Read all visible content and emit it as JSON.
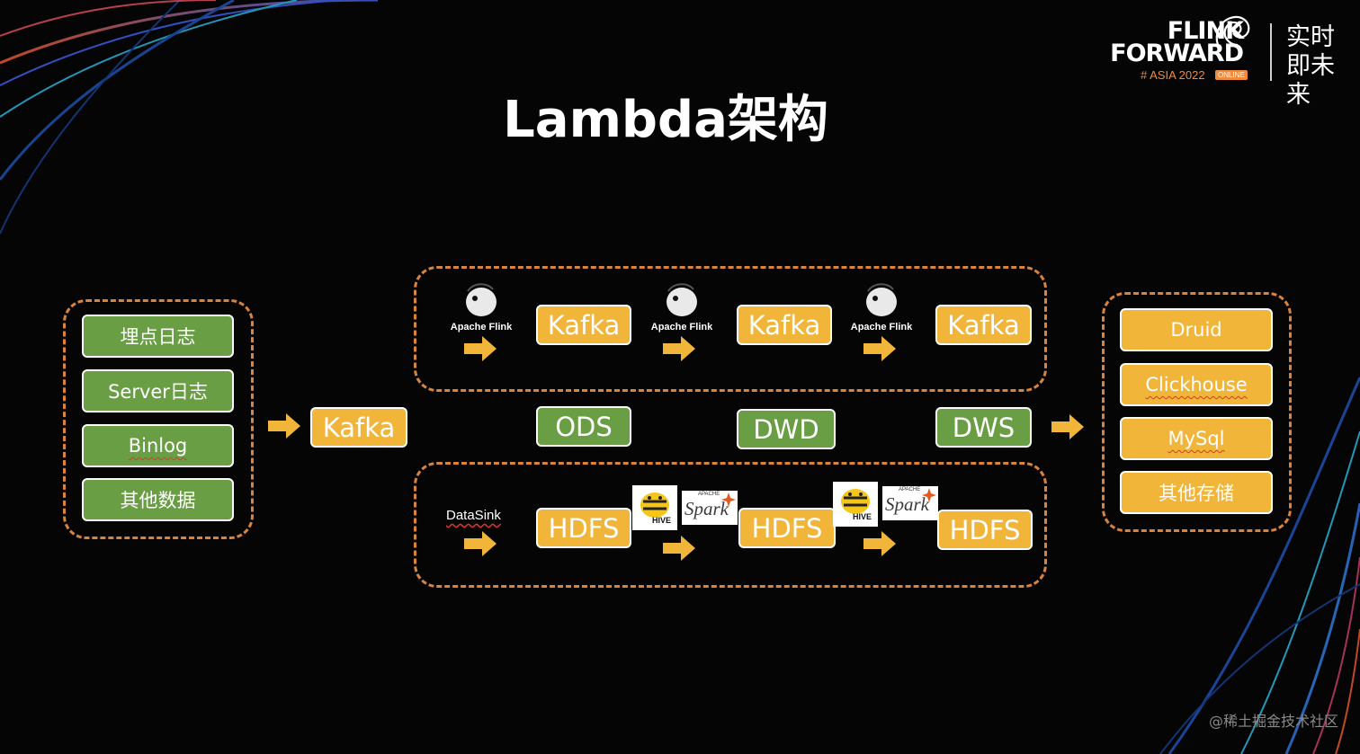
{
  "title": "Lambda架构",
  "brand": {
    "line1": "FLINK",
    "line2": "FORWARD",
    "sub": "# ASIA 2022",
    "tag": "ONLINE",
    "cn": "实时即未来"
  },
  "sources": [
    "埋点日志",
    "Server日志",
    "Binlog",
    "其他数据"
  ],
  "ingest_kafka": "Kafka",
  "realtime": {
    "engine_label": "Apache Flink",
    "stores": [
      "Kafka",
      "Kafka",
      "Kafka"
    ]
  },
  "layers": [
    "ODS",
    "DWD",
    "DWS"
  ],
  "batch": {
    "sink_label": "DataSink",
    "stores": [
      "HDFS",
      "HDFS",
      "HDFS"
    ],
    "hive_text": "HIVE",
    "spark_apache": "APACHE",
    "spark_text": "Spark"
  },
  "outputs": [
    "Druid",
    "Clickhouse",
    "MySql",
    "其他存储"
  ],
  "watermark": "@稀土掘金技术社区",
  "colors": {
    "green": "#6a9e45",
    "yellow": "#f1b53a",
    "arrow": "#f1b53a",
    "dashed_border": "#d8843f",
    "brand_orange": "#f08a3c"
  }
}
